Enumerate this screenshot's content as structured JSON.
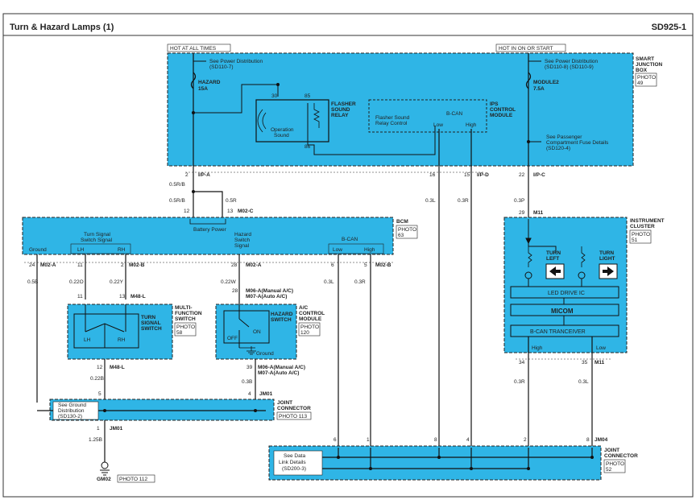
{
  "header": {
    "title": "Turn & Hazard Lamps (1)",
    "code": "SD925-1"
  },
  "power_labels": {
    "hot_at_all_times": "HOT AT ALL TIMES",
    "hot_in_on_or_start": "HOT IN ON OR START"
  },
  "smart_junction_box": {
    "title": [
      "SMART",
      "JUNCTION",
      "BOX"
    ],
    "photo": [
      "PHOTO",
      "49"
    ],
    "see_power_left": [
      "See Power Distribution",
      "(SD110-7)"
    ],
    "see_power_right": [
      "See Power Distribution",
      "(SD110-8) (SD110-9)"
    ],
    "fuse_left": [
      "HAZARD",
      "15A"
    ],
    "fuse_right": [
      "MODULE2",
      "7.5A"
    ],
    "relay": [
      "FLASHER",
      "SOUND",
      "RELAY"
    ],
    "relay_pins": [
      "30",
      "85",
      "86"
    ],
    "relay_sound": [
      "Operation",
      "Sound"
    ],
    "ips": [
      "IPS",
      "CONTROL",
      "MODULE"
    ],
    "flasher_ctrl": [
      "Flasher Sound",
      "Relay Control"
    ],
    "bcan": "B-CAN",
    "low": "Low",
    "high": "High",
    "see_passenger": [
      "See Passenger",
      "Compartment Fuse Details",
      "(SD120-4)"
    ]
  },
  "pins": {
    "p2": "2",
    "ipa": "I/P-A",
    "p16": "16",
    "p15": "15",
    "ipd": "I/P-D",
    "p22": "22",
    "ipc": "I/P-C",
    "p12": "12",
    "p13": "13",
    "m02c": "M02-C",
    "p29": "29",
    "m11": "M11",
    "p24": "24",
    "m02a": "M02-A",
    "p11": "11",
    "p2b": "2",
    "m02b": "M02-B",
    "p28": "28",
    "m02a2": "M02-A",
    "p6": "6",
    "p5": "5",
    "m02b2": "M02-B",
    "p11b": "11",
    "p13b": "13",
    "m48l": "M48-L",
    "p28b": "28",
    "p12b": "12",
    "m48l2": "M48-L",
    "p39": "39",
    "p34": "34",
    "p35": "35",
    "m112": "M11",
    "p5b": "5",
    "p4": "4",
    "jm01": "JM01",
    "p1": "1",
    "jm01b": "JM01",
    "j6": "6",
    "j1": "1",
    "j8": "8",
    "j4": "4",
    "j2": "2",
    "j8b": "8",
    "jm04": "JM04",
    "gm02": "GM02",
    "gm02_photo": "PHOTO 112"
  },
  "wires": {
    "w1": "0.5R/B",
    "w2": "0.5R/B",
    "w3": "0.5R",
    "w4": "0.5B",
    "w5": "0.22O",
    "w6": "0.22Y",
    "w7": "0.22W",
    "w8": "0.3L",
    "w9": "0.3R",
    "w10": "0.3L",
    "w11": "0.3R",
    "w12": "0.3P",
    "w13": "0.22B",
    "w14": "0.3B",
    "w15": "0.3R",
    "w16": "0.3L",
    "w17": "1.25B"
  },
  "bcm": {
    "title": "BCM",
    "photo": [
      "PHOTO",
      "63"
    ],
    "battery_power": "Battery Power",
    "turn_sig": [
      "Turn Signal",
      "Switch Signal"
    ],
    "lh": "LH",
    "rh": "RH",
    "ground": "Ground",
    "hazard_sig": [
      "Hazard",
      "Switch",
      "Signal"
    ],
    "bcan": "B-CAN",
    "low": "Low",
    "high": "High"
  },
  "multifunction": {
    "title": [
      "MULTI-",
      "FUNCTION",
      "SWITCH"
    ],
    "photo": [
      "PHOTO",
      "58"
    ],
    "turn": [
      "TURN",
      "SIGNAL",
      "SWITCH"
    ],
    "lh": "LH",
    "rh": "RH"
  },
  "ac_module": {
    "title": [
      "A/C",
      "CONTROL",
      "MODULE"
    ],
    "photo": [
      "PHOTO",
      "120"
    ],
    "hazard": [
      "HAZARD",
      "SWITCH"
    ],
    "off": "OFF",
    "on": "ON",
    "ground": "Ground",
    "conn_top": [
      "M06-A(Manual A/C)",
      "M07-A(Auto A/C)"
    ],
    "conn_bot": [
      "M06-A(Manual A/C)",
      "M07-A(Auto A/C)"
    ]
  },
  "cluster": {
    "title": [
      "INSTRUMENT",
      "CLUSTER"
    ],
    "photo": [
      "PHOTO",
      "51"
    ],
    "turn_left": [
      "TURN",
      "LEFT"
    ],
    "turn_right": [
      "TURN",
      "LIGHT"
    ],
    "led": "LED DRIVE IC",
    "micom": "MICOM",
    "bcan": "B-CAN TRANCEIVER",
    "high": "High",
    "low": "Low"
  },
  "joint_left": {
    "title": [
      "JOINT",
      "CONNECTOR"
    ],
    "photo": "PHOTO 113",
    "see_ground": [
      "See Ground",
      "Distribution",
      "(SD130-2)"
    ]
  },
  "joint_right": {
    "title": [
      "JOINT",
      "CONNECTOR"
    ],
    "photo": [
      "PHOTO",
      "52"
    ],
    "see_data": [
      "See Data",
      "Link Details",
      "(SD200-3)"
    ]
  },
  "colors": {
    "module_fill": "#2fb5e6",
    "wire": "#111111",
    "dash": "#222222"
  }
}
